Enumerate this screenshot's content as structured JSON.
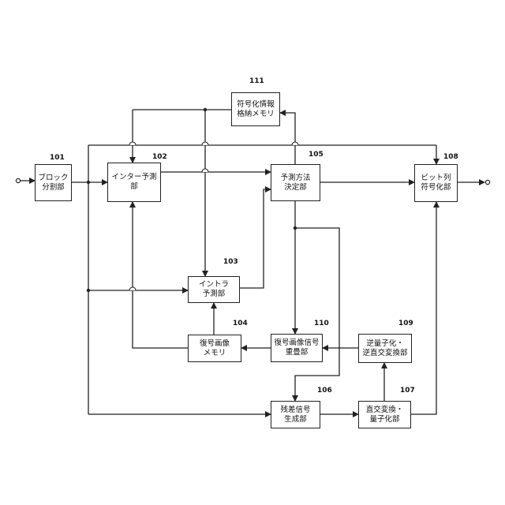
{
  "blocks": {
    "b101": {
      "number": "101",
      "line1": "ブロック",
      "line2": "分割部"
    },
    "b102": {
      "number": "102",
      "line1": "インター予測",
      "line2": "部"
    },
    "b103": {
      "number": "103",
      "line1": "イントラ",
      "line2": "予測部"
    },
    "b104": {
      "number": "104",
      "line1": "復号画像",
      "line2": "メモリ"
    },
    "b105": {
      "number": "105",
      "line1": "予測方法",
      "line2": "決定部"
    },
    "b106": {
      "number": "106",
      "line1": "残差信号",
      "line2": "生成部"
    },
    "b107": {
      "number": "107",
      "line1": "直交変換・",
      "line2": "量子化部"
    },
    "b108": {
      "number": "108",
      "line1": "ビット列",
      "line2": "符号化部"
    },
    "b109": {
      "number": "109",
      "line1": "逆量子化・",
      "line2": "逆直交変換部"
    },
    "b110": {
      "number": "110",
      "line1": "復号画像信号",
      "line2": "重畳部"
    },
    "b111": {
      "number": "111",
      "line1": "符号化情報",
      "line2": "格納メモリ"
    }
  }
}
